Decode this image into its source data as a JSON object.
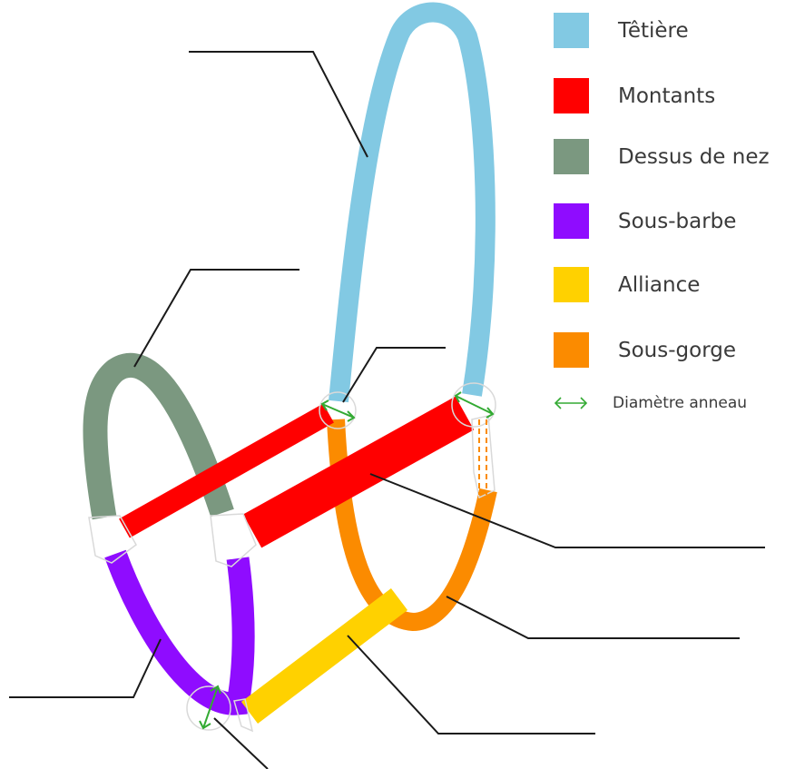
{
  "legend": {
    "items": [
      {
        "label": "Têtière",
        "color": "#82c9e3"
      },
      {
        "label": "Montants",
        "color": "#ff0000"
      },
      {
        "label": "Dessus de nez",
        "color": "#7b9880"
      },
      {
        "label": "Sous-barbe",
        "color": "#8f0cff"
      },
      {
        "label": "Alliance",
        "color": "#ffd100"
      },
      {
        "label": "Sous-gorge",
        "color": "#fb8b00"
      }
    ],
    "ring_diameter": {
      "label": "Diamètre anneau",
      "color": "#33aa33",
      "icon": "double-arrow-icon"
    }
  },
  "colors": {
    "leader_line": "#1a1a1a",
    "ring_outline": "#d9d9d9",
    "dashed": "#fb8b00"
  }
}
